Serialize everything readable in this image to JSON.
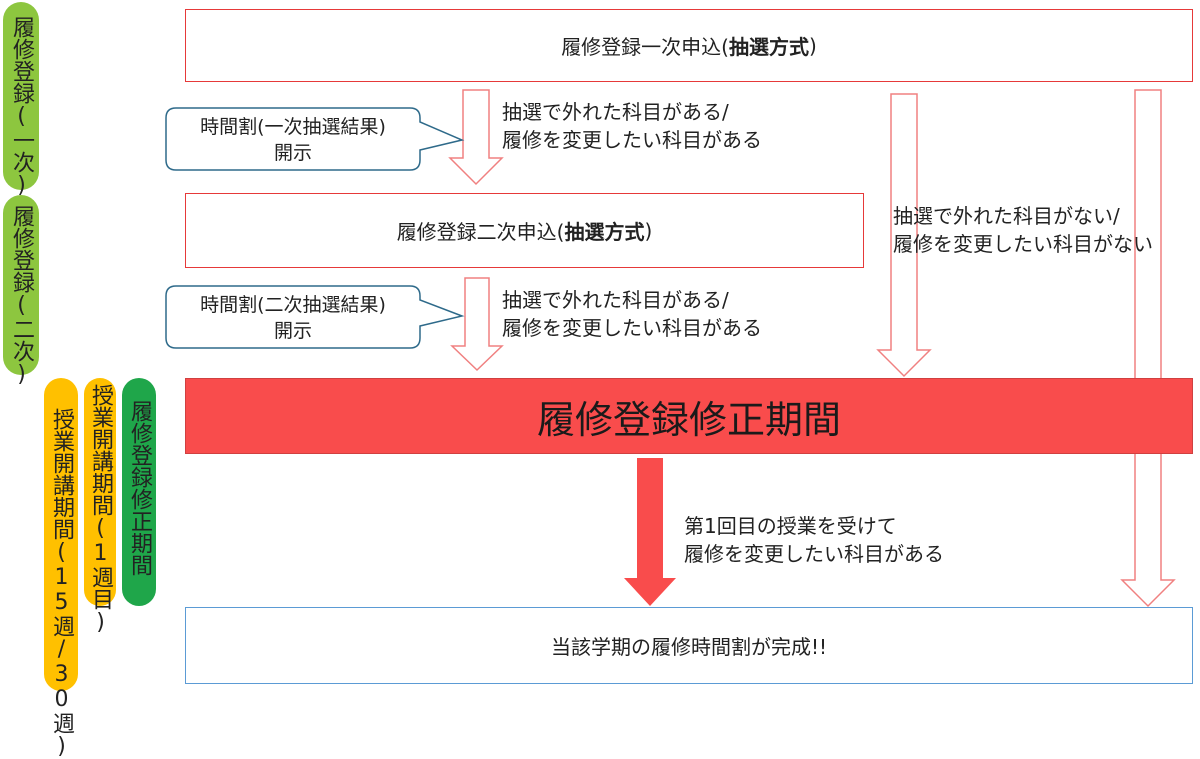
{
  "side_labels": {
    "primary": "履修登録(一次)",
    "secondary": "履修登録(二次)",
    "class_period_long": "授業開講期間(15週/30週)",
    "class_period_first": "授業開講期間(1週目)",
    "revision_period": "履修登録修正期間"
  },
  "boxes": {
    "first": {
      "text": "履修登録一次申込(",
      "bold": "抽選方式",
      "end": ")"
    },
    "second": {
      "text": "履修登録二次申込(",
      "bold": "抽選方式",
      "end": ")"
    },
    "revision": "履修登録修正期間",
    "complete": "当該学期の履修時間割が完成!!"
  },
  "bubbles": {
    "first": {
      "line1": "時間割(一次抽選結果)",
      "line2": "開示"
    },
    "second": {
      "line1": "時間割(二次抽選結果)",
      "line2": "開示"
    }
  },
  "notes": {
    "first": {
      "line1": "抽選で外れた科目がある/",
      "line2": "履修を変更したい科目がある"
    },
    "second": {
      "line1": "抽選で外れた科目がある/",
      "line2": "履修を変更したい科目がある"
    },
    "none": {
      "line1": "抽選で外れた科目がない/",
      "line2": "履修を変更したい科目がない"
    },
    "after_first_class": {
      "line1": "第1回目の授業を受けて",
      "line2": "履修を変更したい科目がある"
    }
  },
  "colors": {
    "green": "#8DC63F",
    "dark_green": "#1FA64A",
    "yellow": "#FFC000",
    "red_border": "#E63939",
    "red_fill": "#F94C4C",
    "blue_border": "#5B9BD5",
    "bubble_border": "#2E6A8A",
    "arrow_outline": "#F08080"
  }
}
